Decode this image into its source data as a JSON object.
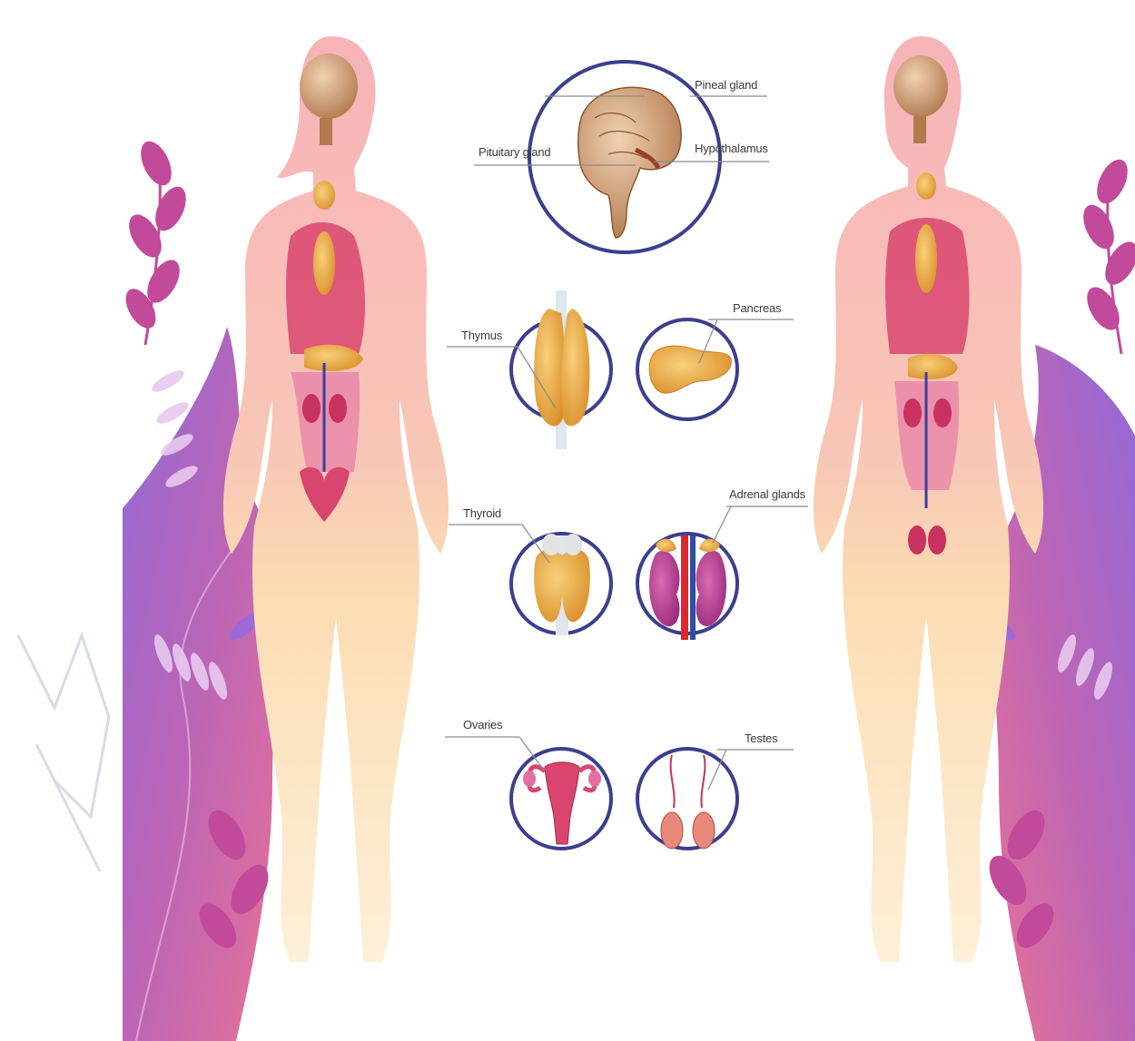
{
  "labels": {
    "pineal": "Pineal gland",
    "pituitary": "Pituitary gland",
    "hypothalamus": "Hypothalamus",
    "thymus": "Thymus",
    "pancreas": "Pancreas",
    "thyroid": "Thyroid",
    "adrenal": "Adrenal glands",
    "ovaries": "Ovaries",
    "testes": "Testes"
  },
  "colors": {
    "ring": "#3a3f8f",
    "skin": "#f9c9b8",
    "legs": "#fbe3b0",
    "organ": "#d9456f",
    "gland": "#e8a93a",
    "leaf_pink": "#c24a9a",
    "leaf_purple": "#8e5bd0"
  }
}
